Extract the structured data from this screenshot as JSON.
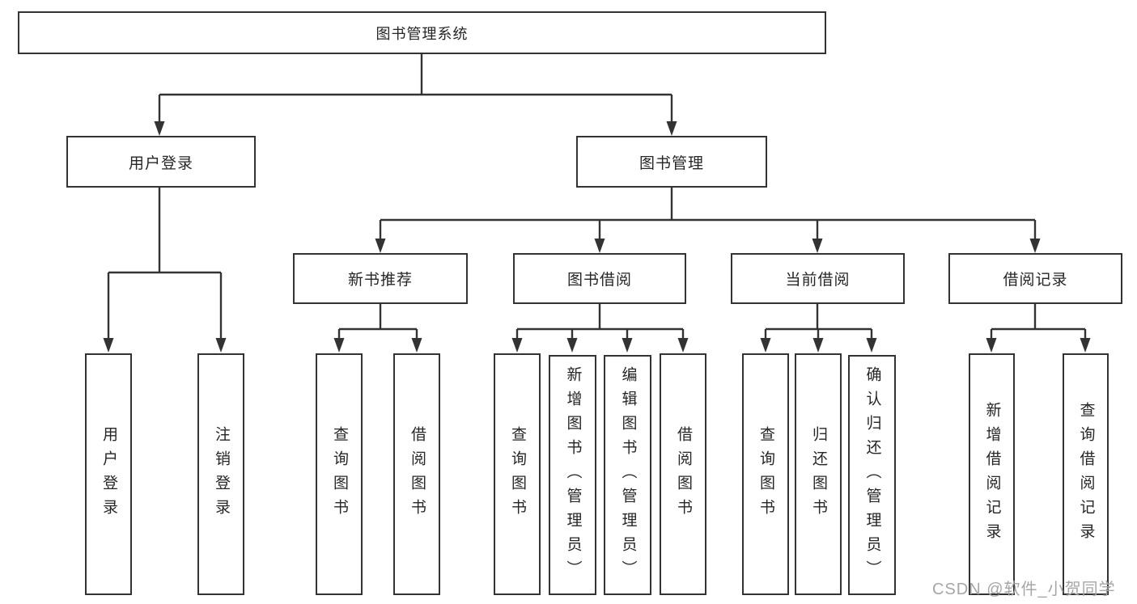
{
  "diagram": {
    "root": {
      "label": "图书管理系统"
    },
    "login": {
      "label": "用户登录",
      "children": [
        {
          "label": "用户登录"
        },
        {
          "label": "注销登录"
        }
      ]
    },
    "mgmt": {
      "label": "图书管理",
      "children": [
        {
          "label": "新书推荐",
          "children": [
            {
              "label": "查询图书"
            },
            {
              "label": "借阅图书"
            }
          ]
        },
        {
          "label": "图书借阅",
          "children": [
            {
              "label": "查询图书"
            },
            {
              "label": "新增图书（管理员）"
            },
            {
              "label": "编辑图书（管理员）"
            },
            {
              "label": "借阅图书"
            }
          ]
        },
        {
          "label": "当前借阅",
          "children": [
            {
              "label": "查询图书"
            },
            {
              "label": "归还图书"
            },
            {
              "label": "确认归还（管理员）"
            }
          ]
        },
        {
          "label": "借阅记录",
          "children": [
            {
              "label": "新增借阅记录"
            },
            {
              "label": "查询借阅记录"
            }
          ]
        }
      ]
    },
    "watermark": "CSDN @软件_小贺同学",
    "colors": {
      "line": "#333333",
      "text": "#262626",
      "watermark": "#a6a6a6",
      "background": "#ffffff"
    }
  }
}
